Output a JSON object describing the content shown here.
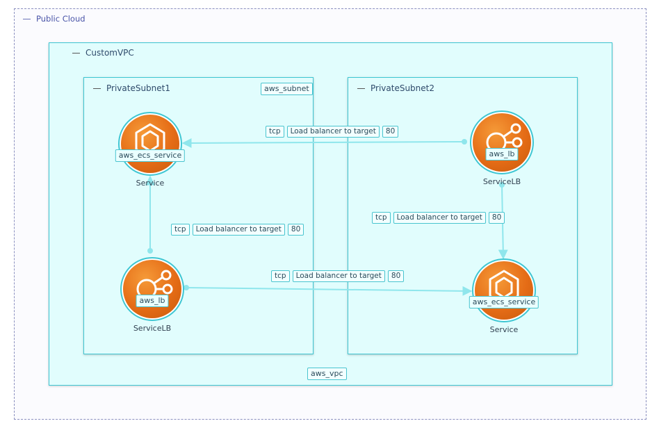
{
  "groups": {
    "public_cloud": {
      "title": "Public Cloud"
    },
    "vpc": {
      "title": "CustomVPC",
      "type_tag": "aws_vpc"
    },
    "subnet1": {
      "title": "PrivateSubnet1",
      "type_tag": "aws_subnet"
    },
    "subnet2": {
      "title": "PrivateSubnet2"
    }
  },
  "nodes": {
    "service1": {
      "type_tag": "aws_ecs_service",
      "caption": "Service",
      "icon": "ecs-service-icon"
    },
    "lb1": {
      "type_tag": "aws_lb",
      "caption": "ServiceLB",
      "icon": "load-balancer-icon"
    },
    "lb2": {
      "type_tag": "aws_lb",
      "caption": "ServiceLB",
      "icon": "load-balancer-icon"
    },
    "service2": {
      "type_tag": "aws_ecs_service",
      "caption": "Service",
      "icon": "ecs-service-icon"
    }
  },
  "edges": {
    "lb2_to_service1": {
      "protocol": "tcp",
      "label": "Load balancer to target",
      "port": "80"
    },
    "lb1_to_service1": {
      "protocol": "tcp",
      "label": "Load balancer to target",
      "port": "80"
    },
    "lb2_to_service2": {
      "protocol": "tcp",
      "label": "Load balancer to target",
      "port": "80"
    },
    "lb1_to_service2": {
      "protocol": "tcp",
      "label": "Load balancer to target",
      "port": "80"
    }
  },
  "colors": {
    "container_border": "#3ec6d2",
    "container_fill": "#e1fdfd",
    "edge": "#8fe6ec",
    "icon_orange": "#e56c16",
    "public_cloud_border": "#8a8fbf"
  }
}
